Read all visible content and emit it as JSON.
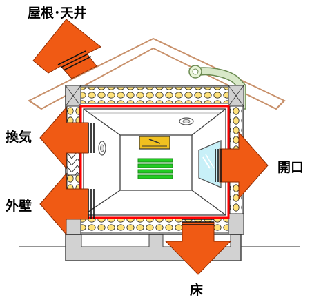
{
  "labels": {
    "roof_ceiling": "屋根･天井",
    "ventilation": "換気",
    "exterior_wall": "外壁",
    "opening": "開口",
    "floor": "床"
  },
  "colors": {
    "arrow": "#f05a14",
    "arrow_stroke": "#8a2a00",
    "roof_outline": "#c8906a",
    "insulation": "#ffe27a",
    "frame_gray": "#d0d0d0",
    "air_barrier": "#ff0000",
    "interior_line": "#404040",
    "window_glass": "#c8f0f8",
    "light_fixture": "#22cc22",
    "aircon": "#f0c020",
    "duct": "#d8e8c8",
    "foundation": "#d2d2d2"
  },
  "icons": [
    "heat-loss-arrow",
    "insulation-batt",
    "ventilation-duct",
    "ceiling-light",
    "air-conditioner",
    "window"
  ]
}
